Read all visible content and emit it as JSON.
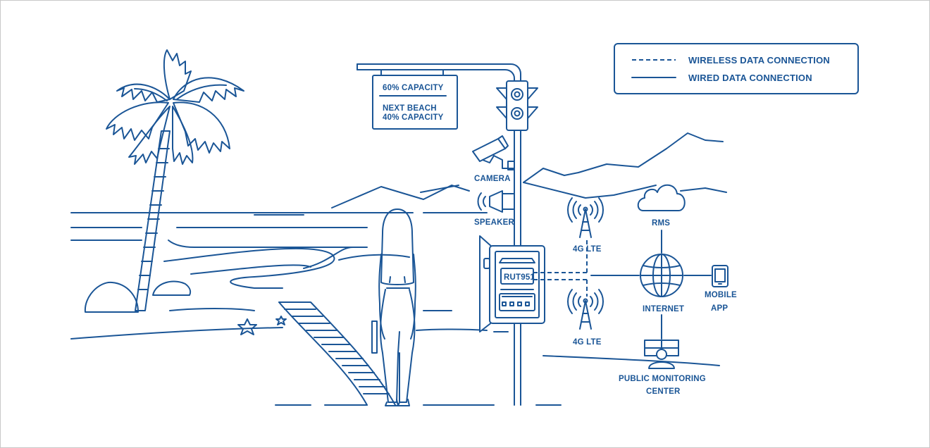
{
  "legend": {
    "wireless_label": "WIRELESS DATA CONNECTION",
    "wired_label": "WIRED DATA CONNECTION"
  },
  "sign": {
    "line1": "60% CAPACITY",
    "line2": "NEXT BEACH",
    "line3": "40% CAPACITY"
  },
  "labels": {
    "camera": "CAMERA",
    "speaker": "SPEAKER",
    "router": "RUT951",
    "lte_top": "4G LTE",
    "lte_bottom": "4G LTE",
    "rms": "RMS",
    "internet": "INTERNET",
    "mobile_line1": "MOBILE",
    "mobile_line2": "APP",
    "pmc_line1": "PUBLIC MONITORING",
    "pmc_line2": "CENTER"
  },
  "icons": {
    "palm": "palm-tree-icon",
    "camera": "camera-icon",
    "speaker": "speaker-icon",
    "traffic_light": "traffic-light-icon",
    "router": "router-icon",
    "tower": "cell-tower-icon",
    "cloud": "cloud-icon",
    "globe": "globe-icon",
    "phone": "mobile-phone-icon",
    "monitor": "monitoring-center-icon"
  },
  "colors": {
    "stroke": "#1a5596",
    "background": "#ffffff"
  }
}
